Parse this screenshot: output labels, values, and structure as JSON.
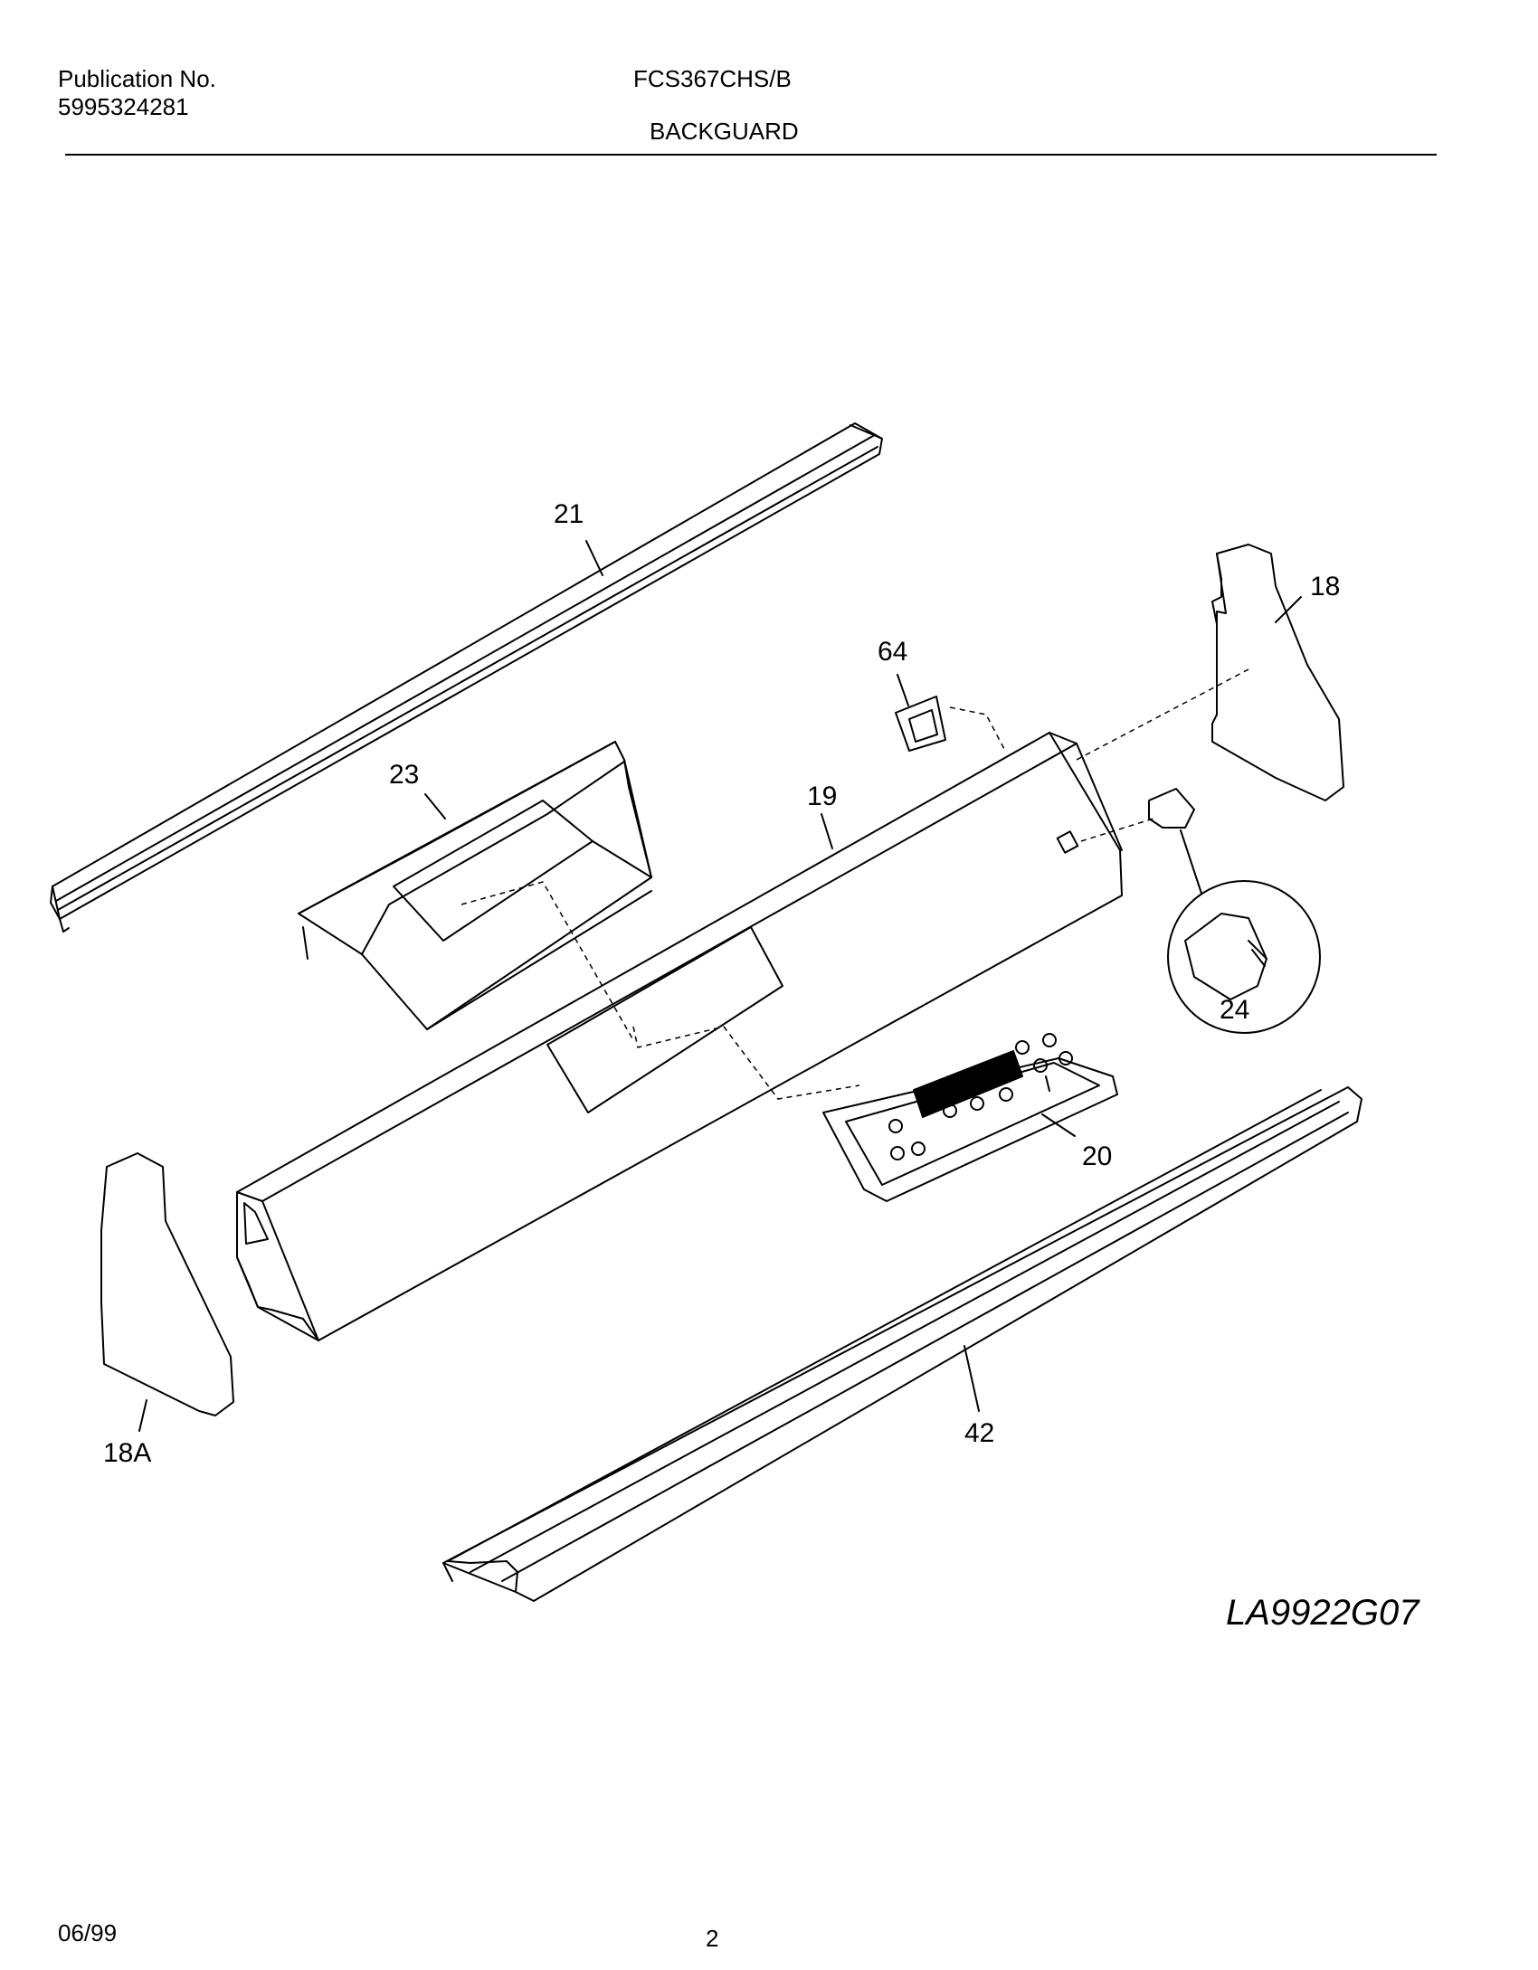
{
  "header": {
    "publication_label": "Publication No.",
    "publication_number": "5995324281",
    "model": "FCS367CHS/B",
    "section": "BACKGUARD"
  },
  "diagram": {
    "code": "LA9922G07",
    "part_labels": {
      "p21": "21",
      "p18": "18",
      "p64": "64",
      "p23": "23",
      "p19": "19",
      "p24": "24",
      "p20": "20",
      "p42": "42",
      "p18a": "18A"
    }
  },
  "footer": {
    "date": "06/99",
    "page": "2"
  }
}
